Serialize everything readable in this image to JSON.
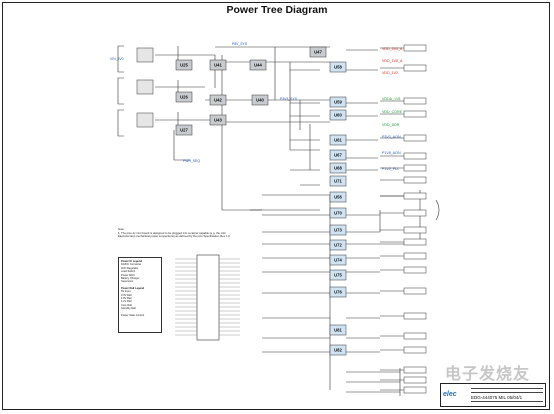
{
  "title": "Power Tree Diagram",
  "watermark": "电子发烧友",
  "title_block": {
    "logo_text": "elec",
    "doc_number": "EDG-444075 MIL 05/04/1"
  },
  "note": {
    "heading": "Note",
    "line1": "1. The pico-itx mini board is designed to be plugged into a carrier capable (e.g. the mini",
    "line2": "Electrical and mechanical power connections) as defined by the pico Specification Rev 1.0"
  },
  "legend": {
    "group1_title": "Power IC Legend",
    "group1_items": [
      "DC/DC Converter",
      "LDO Regulator",
      "Load Switch",
      "Power MUX",
      "Battery Charger",
      "Supervisor"
    ],
    "group2_title": "Power Rail Legend",
    "group2_items": [
      "5V Input",
      "3.3V Rail",
      "1.8V Rail",
      "1.2V Rail",
      "Core Rail",
      "Standby Rail"
    ],
    "footer": "Power State Control"
  },
  "blocks": [
    {
      "name": "U25",
      "kind": "gray"
    },
    {
      "name": "U26",
      "kind": "gray"
    },
    {
      "name": "U27",
      "kind": "gray"
    },
    {
      "name": "U41",
      "kind": "gray"
    },
    {
      "name": "U44",
      "kind": "gray"
    },
    {
      "name": "U42",
      "kind": "gray"
    },
    {
      "name": "U40",
      "kind": "gray"
    },
    {
      "name": "U43",
      "kind": "gray"
    },
    {
      "name": "U47",
      "kind": "gray"
    },
    {
      "name": "U58",
      "kind": "blue"
    },
    {
      "name": "U59",
      "kind": "blue"
    },
    {
      "name": "U60",
      "kind": "blue"
    },
    {
      "name": "U61",
      "kind": "blue"
    },
    {
      "name": "U67",
      "kind": "blue"
    },
    {
      "name": "U68",
      "kind": "blue"
    },
    {
      "name": "U71",
      "kind": "blue"
    },
    {
      "name": "U56",
      "kind": "blue"
    },
    {
      "name": "U70",
      "kind": "blue"
    },
    {
      "name": "U73",
      "kind": "blue"
    },
    {
      "name": "U72",
      "kind": "blue"
    },
    {
      "name": "U74",
      "kind": "blue"
    },
    {
      "name": "U75",
      "kind": "blue"
    },
    {
      "name": "U76",
      "kind": "blue"
    },
    {
      "name": "U81",
      "kind": "blue"
    },
    {
      "name": "U82",
      "kind": "blue"
    }
  ],
  "rails": {
    "vin": "VIN_5V0",
    "vin_bus": "P5V_SYS",
    "sys_bus": "P3V3_SYS",
    "out_top": [
      "VDD_3V3_A",
      "VDD_1V8_A",
      "VDD_1V2"
    ],
    "out_mid": [
      "VDDA_1V8",
      "VDD_CORE",
      "VDD_DDR"
    ],
    "out_low": [
      "P3V3_AON",
      "P1V8_AON",
      "P1V0_PLL"
    ],
    "lower_left": "PWR_SEQ"
  },
  "colors": {
    "red": "#d62b1f",
    "green": "#1e9a3a",
    "blue": "#1f58c8",
    "orange": "#e07d10",
    "gray_block": "#c8ccd0",
    "blue_block": "#cfe3f2"
  }
}
